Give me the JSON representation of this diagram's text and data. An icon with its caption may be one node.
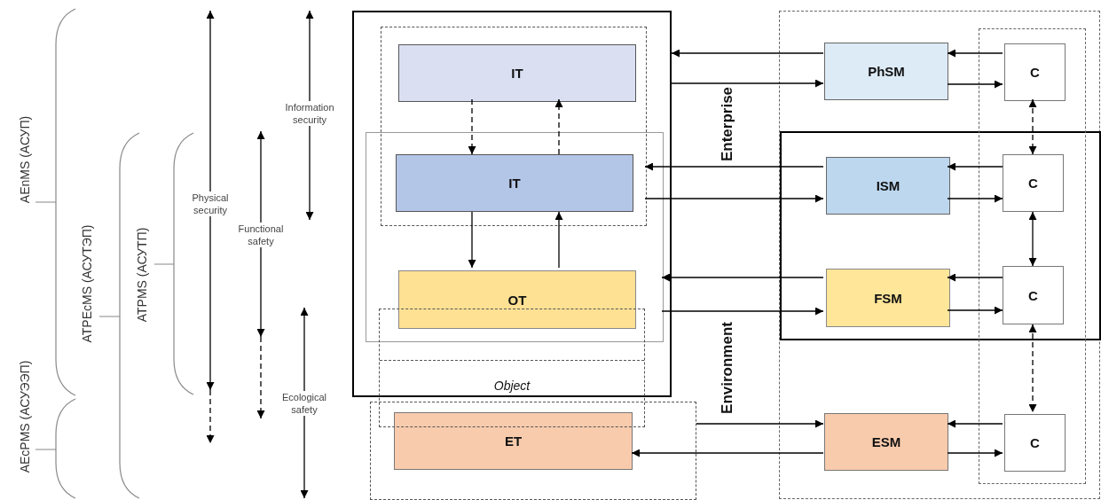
{
  "diagram": {
    "nodes": [
      {
        "text": [],
        "shape": "box"
      },
      {
        "text": [],
        "shape": "box",
        "in": 0
      },
      {
        "text": [
          "IT"
        ],
        "in": 1
      },
      {
        "text": [],
        "shape": "box",
        "in": 0
      },
      {
        "text": [
          "IT"
        ]
      },
      {
        "text": [
          "OT"
        ],
        "in": 3
      },
      {
        "text": [],
        "shape": "box"
      },
      {
        "text": [],
        "shape": "box"
      },
      {
        "text": [
          "ET"
        ],
        "in": 7
      },
      {
        "text": [],
        "shape": "box"
      },
      {
        "text": [],
        "shape": "box",
        "in": 9
      },
      {
        "text": [],
        "shape": "box",
        "in": 9
      },
      {
        "text": [
          "PhSM"
        ],
        "in": 9
      },
      {
        "text": [
          "C"
        ],
        "in": 11
      },
      {
        "text": [
          "ISM"
        ],
        "in": 10
      },
      {
        "text": [
          "C"
        ]
      },
      {
        "text": [
          "FSM"
        ],
        "in": 10
      },
      {
        "text": [
          "C"
        ]
      },
      {
        "text": [
          "ESM"
        ],
        "in": 9
      },
      {
        "text": [
          "C"
        ],
        "in": 11
      },
      {
        "text": [
          "Object"
        ]
      }
    ],
    "edges": [
      {
        "from": 2,
        "to": 4,
        "arrow": "to",
        "style": "dashed"
      },
      {
        "from": 4,
        "to": 2,
        "arrow": "to",
        "style": "dashed"
      },
      {
        "from": 4,
        "to": 5,
        "arrow": "to"
      },
      {
        "from": 5,
        "to": 4,
        "arrow": "to"
      },
      {
        "from": 12,
        "to": 0,
        "arrow": "to"
      },
      {
        "from": 0,
        "to": 12,
        "arrow": "to"
      },
      {
        "from": 13,
        "to": 12,
        "arrow": "to"
      },
      {
        "from": 12,
        "to": 13,
        "arrow": "to"
      },
      {
        "from": 13,
        "to": 15,
        "arrow": "both",
        "style": "dashed"
      },
      {
        "from": 14,
        "to": 1,
        "arrow": "to"
      },
      {
        "from": 1,
        "to": 14,
        "arrow": "to"
      },
      {
        "from": 15,
        "to": 14,
        "arrow": "to"
      },
      {
        "from": 14,
        "to": 15,
        "arrow": "to"
      },
      {
        "from": 15,
        "to": 17,
        "arrow": "both"
      },
      {
        "from": 16,
        "to": 3,
        "arrow": "to"
      },
      {
        "from": 3,
        "to": 16,
        "arrow": "to"
      },
      {
        "from": 17,
        "to": 16,
        "arrow": "to"
      },
      {
        "from": 16,
        "to": 17,
        "arrow": "to"
      },
      {
        "from": 17,
        "to": 19,
        "arrow": "both",
        "style": "dashed"
      },
      {
        "from": 7,
        "to": 18,
        "arrow": "to"
      },
      {
        "from": 18,
        "to": 8,
        "arrow": "to"
      },
      {
        "from": 19,
        "to": 18,
        "arrow": "to"
      },
      {
        "from": 18,
        "to": 19,
        "arrow": "to"
      }
    ],
    "labels": [
      "AEnMS (АСУП)",
      "AEcPMS (АСУЭЭП)",
      "ATPEcMS (АСУТЭП)",
      "ATPMS (АСУТП)",
      "Physical security",
      "Functional safety",
      "Information security",
      "Ecological safety",
      "Enterprise",
      "Environment"
    ]
  }
}
